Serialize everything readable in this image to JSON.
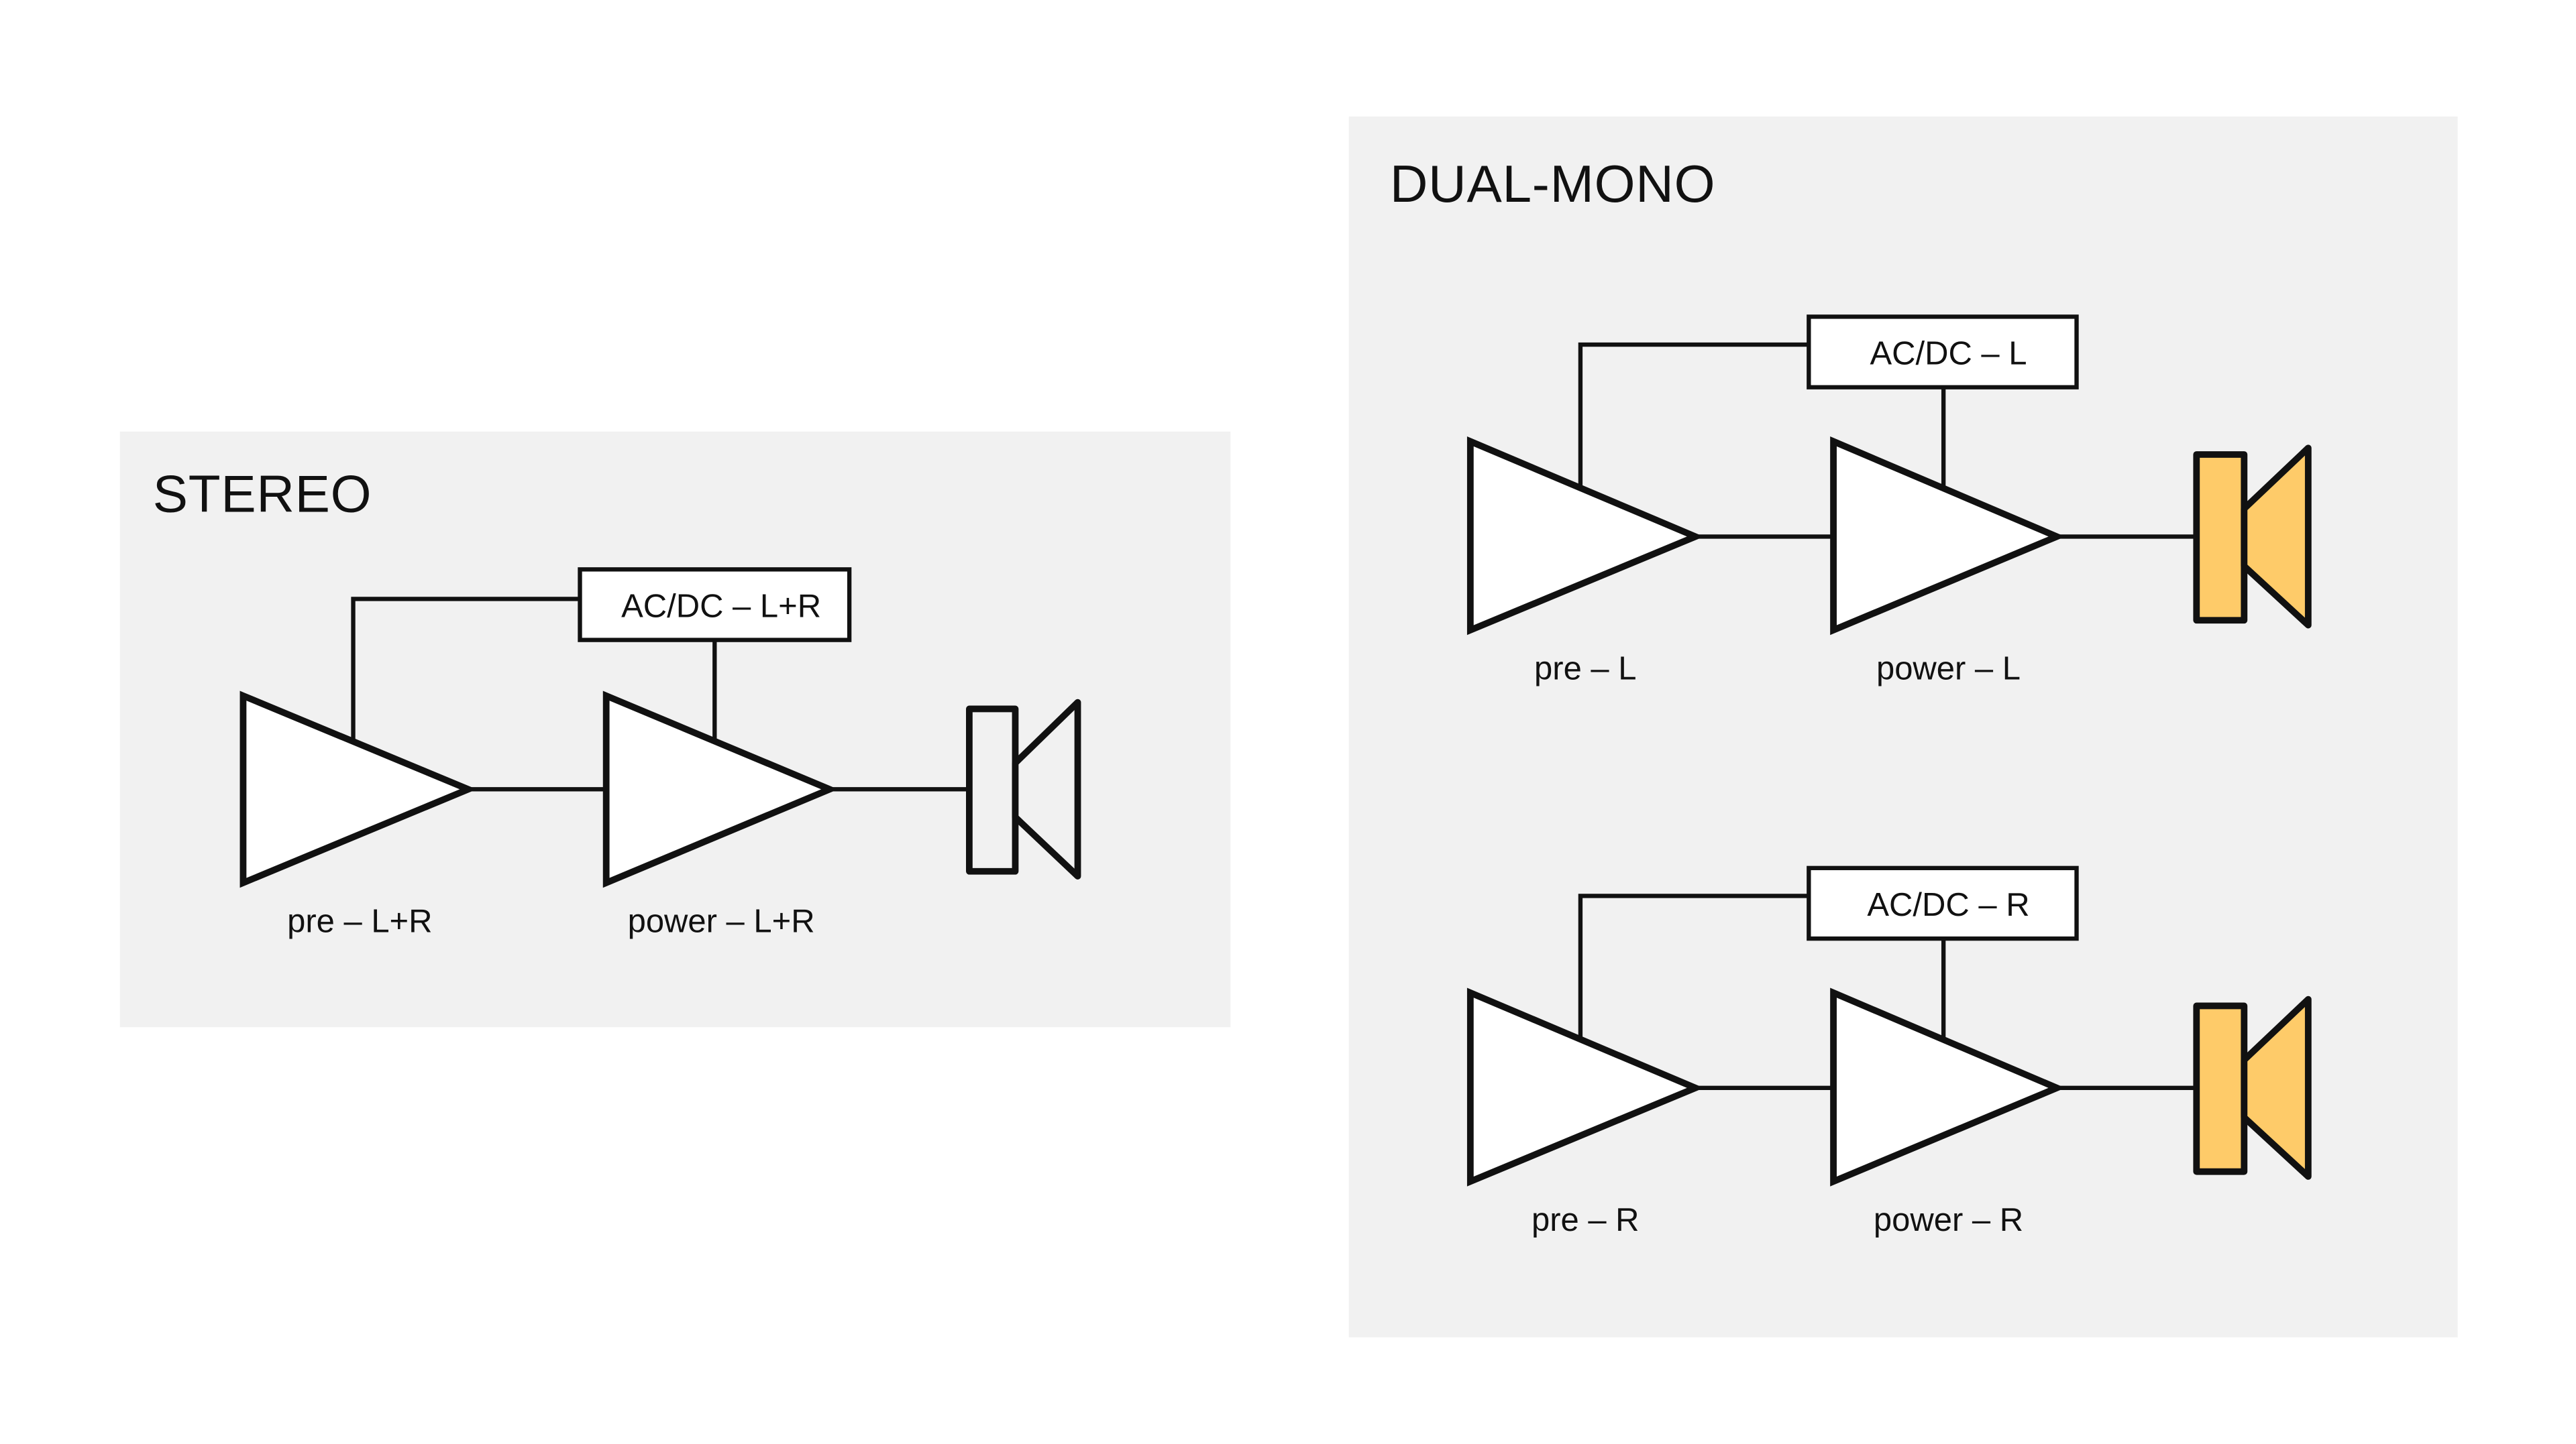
{
  "colors": {
    "background": "#ffffff",
    "panel_fill": "#f1f1f1",
    "stroke": "#111111",
    "component_fill": "#ffffff",
    "speaker_stereo_fill": "#f1f1f1",
    "speaker_dual_fill": "#fecb69"
  },
  "stereo": {
    "title": "STEREO",
    "psu_label": "AC/DC – L+R",
    "pre_label": "pre – L+R",
    "power_label": "power – L+R"
  },
  "dual_mono": {
    "title": "DUAL-MONO",
    "left": {
      "psu_label": "AC/DC – L",
      "pre_label": "pre – L",
      "power_label": "power – L"
    },
    "right": {
      "psu_label": "AC/DC – R",
      "pre_label": "pre – R",
      "power_label": "power – R"
    }
  }
}
